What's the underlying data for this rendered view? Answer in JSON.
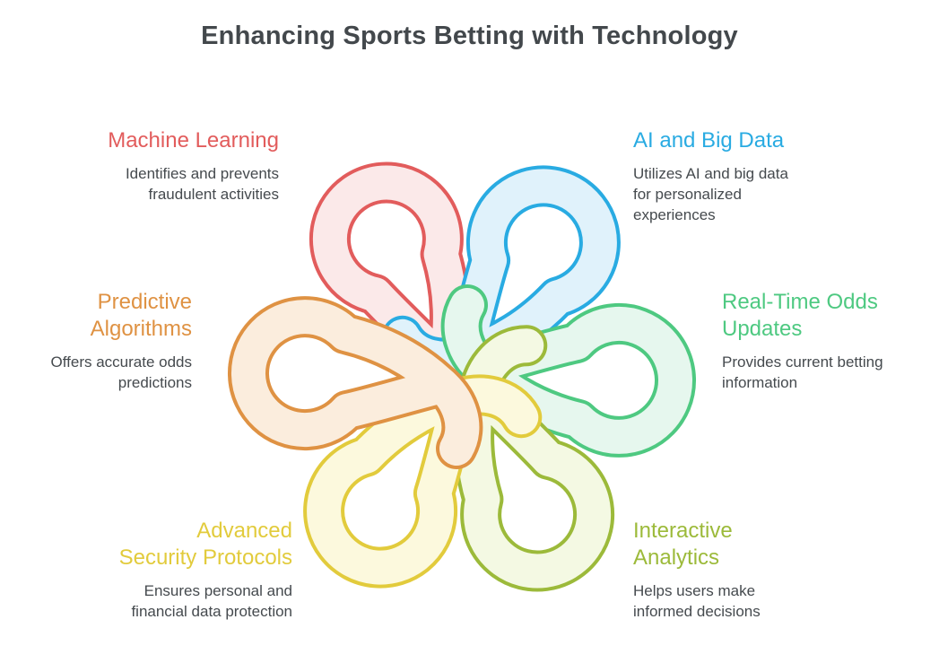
{
  "title": "Enhancing Sports Betting with Technology",
  "background": "#ffffff",
  "text_color": "#454a4e",
  "items": [
    {
      "id": "machine-learning",
      "label": "Machine Learning",
      "label_lines": [
        "Machine Learning"
      ],
      "desc": "Identifies and prevents fraudulent activities",
      "desc_lines": [
        "Identifies and prevents",
        "fraudulent activities"
      ],
      "color": "#e25c5c",
      "fill": "#fbe9e9",
      "position": "top-left"
    },
    {
      "id": "ai-and-big-data",
      "label": "AI and Big Data",
      "label_lines": [
        "AI and Big Data"
      ],
      "desc": "Utilizes AI and big data for personalized experiences",
      "desc_lines": [
        "Utilizes AI and big data",
        "for personalized",
        "experiences"
      ],
      "color": "#29abe2",
      "fill": "#e0f2fb",
      "position": "top-right"
    },
    {
      "id": "predictive-algorithms",
      "label": "Predictive Algorithms",
      "label_lines": [
        "Predictive",
        "Algorithms"
      ],
      "desc": "Offers accurate odds predictions",
      "desc_lines": [
        "Offers accurate odds",
        "predictions"
      ],
      "color": "#df9243",
      "fill": "#fbeddd",
      "position": "middle-left"
    },
    {
      "id": "real-time-odds-updates",
      "label": "Real-Time Odds Updates",
      "label_lines": [
        "Real-Time Odds",
        "Updates"
      ],
      "desc": "Provides current betting information",
      "desc_lines": [
        "Provides current betting",
        "information"
      ],
      "color": "#4ec981",
      "fill": "#e6f7ee",
      "position": "middle-right"
    },
    {
      "id": "advanced-security-protocols",
      "label": "Advanced Security Protocols",
      "label_lines": [
        "Advanced",
        "Security Protocols"
      ],
      "desc": "Ensures personal and financial data protection",
      "desc_lines": [
        "Ensures personal and",
        "financial data protection"
      ],
      "color": "#e2cb3c",
      "fill": "#fcf9dd",
      "position": "bottom-left"
    },
    {
      "id": "interactive-analytics",
      "label": "Interactive Analytics",
      "label_lines": [
        "Interactive",
        "Analytics"
      ],
      "desc": "Helps users make informed decisions",
      "desc_lines": [
        "Helps users make",
        "informed decisions"
      ],
      "color": "#9cba3a",
      "fill": "#f4f9e3",
      "position": "bottom-right"
    }
  ]
}
